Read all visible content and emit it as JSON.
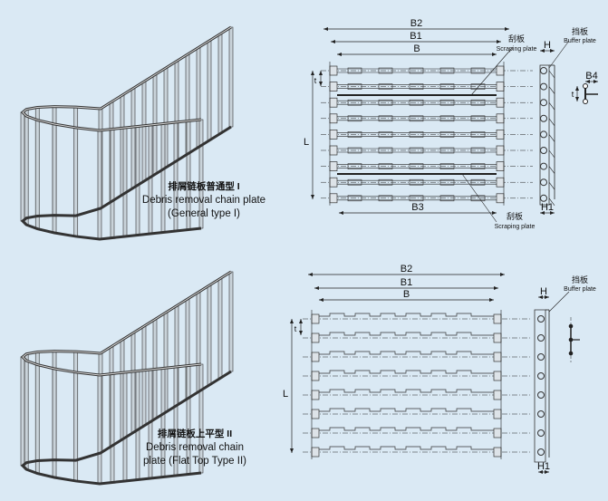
{
  "type1": {
    "title_cn": "排屑链板普通型 I",
    "title_en": "Debris removal chain plate",
    "subtitle": "(General type I)"
  },
  "type2": {
    "title_cn": "排屑链板上平型 II",
    "title_en": "Debris removal chain",
    "subtitle": "plate (Flat Top Type II)"
  },
  "dims": {
    "b2": "B2",
    "b1": "B1",
    "b": "B",
    "b3": "B3",
    "b4": "B4",
    "l": "L",
    "t": "t",
    "h": "H",
    "h1": "H1"
  },
  "callouts": {
    "scraping_cn": "刮板",
    "scraping_en": "Scraping plate",
    "buffer_cn": "挡板",
    "buffer_en": "Buffer plate"
  },
  "colors": {
    "background": "#dae9f4",
    "line": "#222222"
  }
}
